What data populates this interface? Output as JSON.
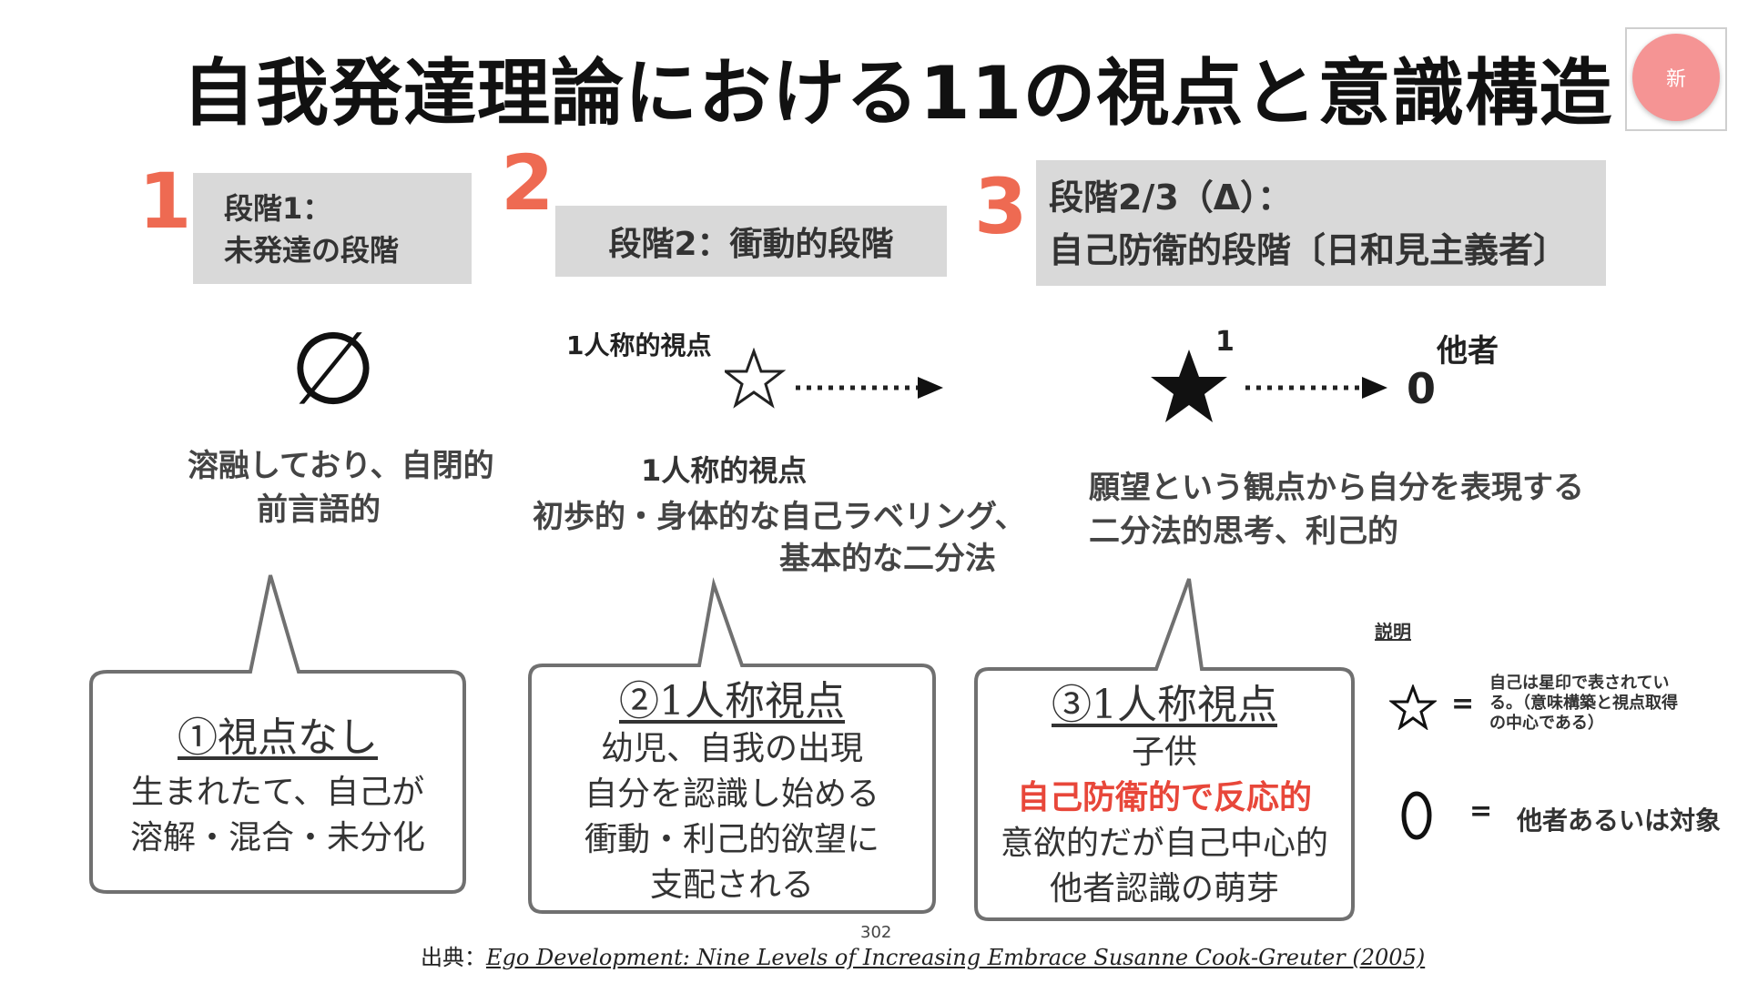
{
  "title": "自我発達理論における11の視点と意識構造",
  "badge": "新",
  "stages": [
    {
      "num": "1",
      "line1": "段階1：",
      "line2": "未発達の段階"
    },
    {
      "num": "2",
      "line1": "段階2：衝動的段階"
    },
    {
      "num": "3",
      "line1": "段階2/3（Δ）：",
      "line2": "自己防衛的段階〔日和見主義者〕"
    }
  ],
  "symbols": {
    "empty_set": "∅",
    "first_person_label": "1人称的視点",
    "superscript_1": "1",
    "other_label": "他者",
    "other_symbol": "0"
  },
  "descriptions": {
    "s1_l1": "溶融しており、自閉的",
    "s1_l2": "前言語的",
    "s2_title": "1人称的視点",
    "s2_l1": "初歩的・身体的な自己ラベリング、",
    "s2_l2": "基本的な二分法",
    "s3_l1": "願望という観点から自分を表現する",
    "s3_l2": "二分法的思考、利己的"
  },
  "legend": {
    "title": "説明",
    "star_eq": "=",
    "star_l1": "自己は星印で表されてい",
    "star_l2": "る。（意味構築と視点取得",
    "star_l3": "の中心である）",
    "zero_eq": "=",
    "zero_text": "他者あるいは対象"
  },
  "bubbles": [
    {
      "title": "①視点なし",
      "lines": [
        "生まれたて、自己が",
        "溶解・混合・未分化"
      ]
    },
    {
      "title": "②1人称視点",
      "lines": [
        "幼児、自我の出現",
        "自分を認識し始める",
        "衝動・利己的欲望に",
        "支配される"
      ]
    },
    {
      "title": "③1人称視点",
      "line1": "子供",
      "red": "自己防衛的で反応的",
      "line3": "意欲的だが自己中心的",
      "line4": "他者認識の萌芽"
    }
  ],
  "page_number": "302",
  "source_prefix": "出典：",
  "source_link": "Ego Development: Nine Levels of Increasing Embrace Susanne Cook-Greuter (2005)",
  "colors": {
    "accent": "#ee6a52",
    "red_text": "#e8473a",
    "badge": "#f59494",
    "stage_box": "#d9d9d9"
  }
}
